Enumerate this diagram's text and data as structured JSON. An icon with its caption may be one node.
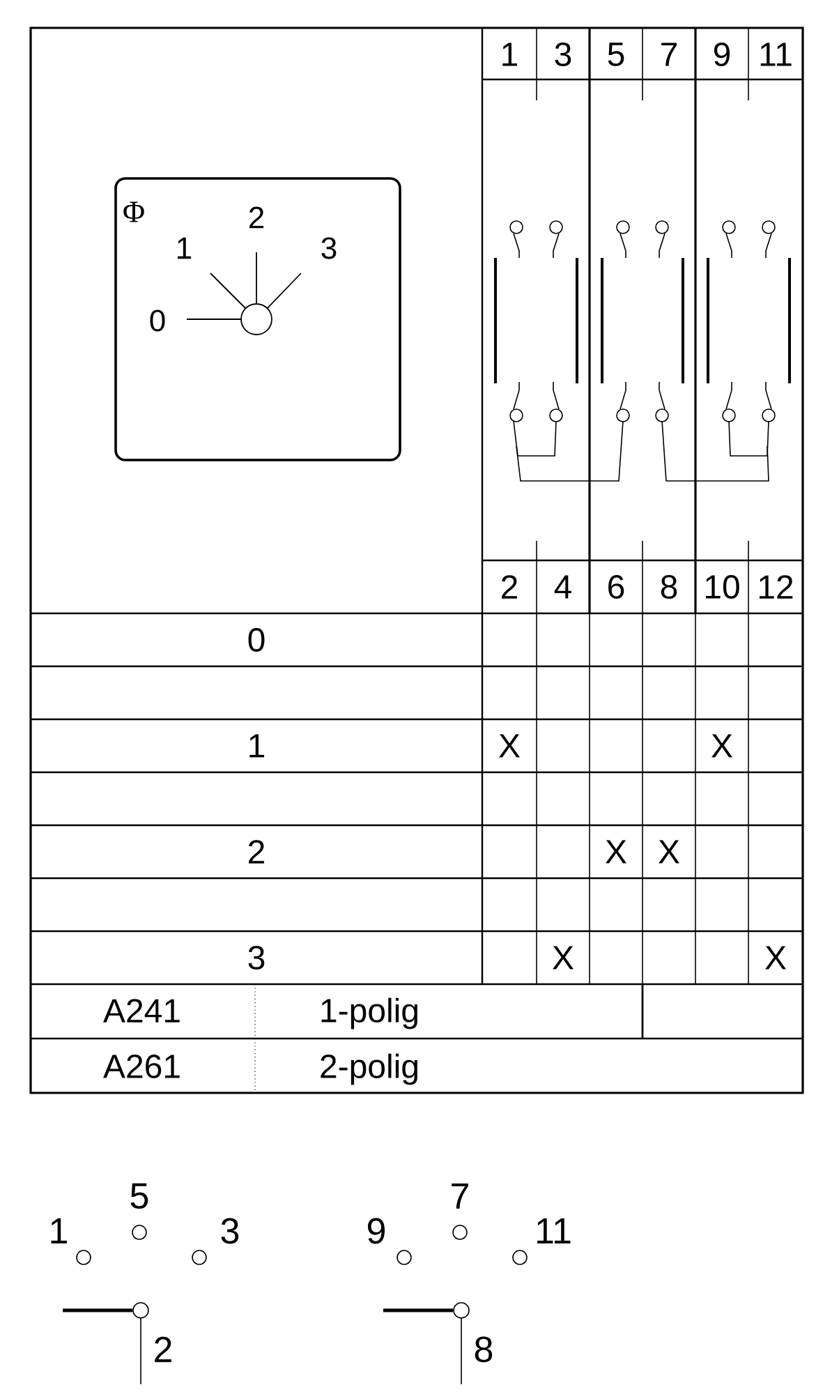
{
  "diagram": {
    "nodes": [
      {
        "text": [
          "Φ",
          "1",
          "2",
          "3",
          "0"
        ]
      }
    ],
    "labels": [
      "1",
      "3",
      "5",
      "7",
      "9",
      "11",
      "2",
      "4",
      "6",
      "8",
      "10",
      "12",
      "0",
      "1",
      "X",
      "X",
      "2",
      "X",
      "X",
      "3",
      "X",
      "X",
      "A241",
      "1-polig",
      "A261",
      "2-polig",
      "1",
      "5",
      "3",
      "9",
      "7",
      "11",
      "2",
      "8"
    ]
  }
}
